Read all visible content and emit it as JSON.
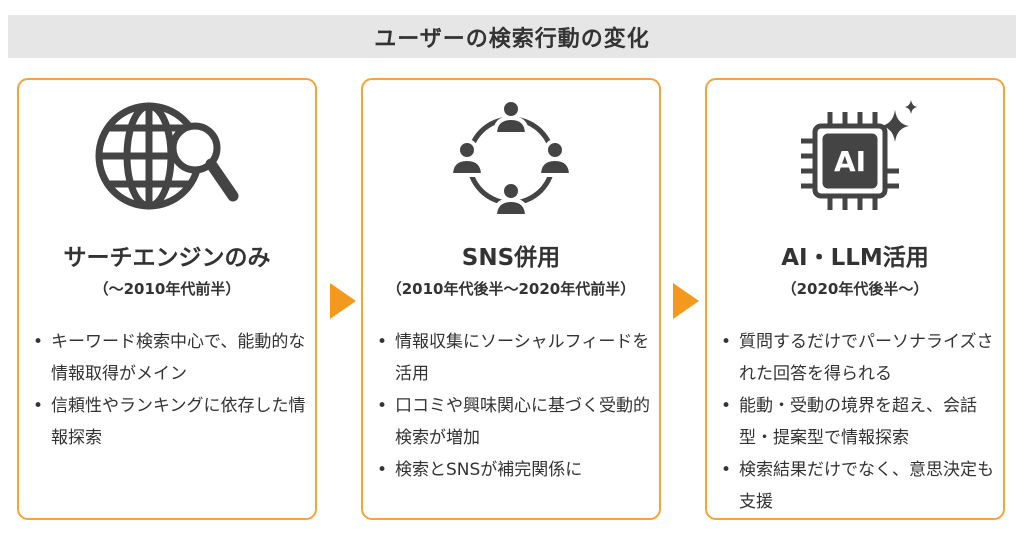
{
  "title": "ユーザーの検索行動の変化",
  "accent": "#f5a33c",
  "cards": [
    {
      "icon": "globe-search-icon",
      "title": "サーチエンジンのみ",
      "period": "（〜2010年代前半）",
      "bullets": [
        "キーワード検索中心で、能動的な情報取得がメイン",
        "信頼性やランキングに依存した情報探索"
      ]
    },
    {
      "icon": "people-network-icon",
      "title": "SNS併用",
      "period": "（2010年代後半〜2020年代前半）",
      "bullets": [
        "情報収集にソーシャルフィードを活用",
        "口コミや興味関心に基づく受動的検索が増加",
        "検索とSNSが補完関係に"
      ]
    },
    {
      "icon": "ai-chip-icon",
      "title": "AI・LLM活用",
      "period": "（2020年代後半〜）",
      "bullets": [
        "質問するだけでパーソナライズされた回答を得られる",
        "能動・受動の境界を超え、会話型・提案型で情報探索",
        "検索結果だけでなく、意思決定も支援"
      ],
      "chip_label": "AI"
    }
  ]
}
